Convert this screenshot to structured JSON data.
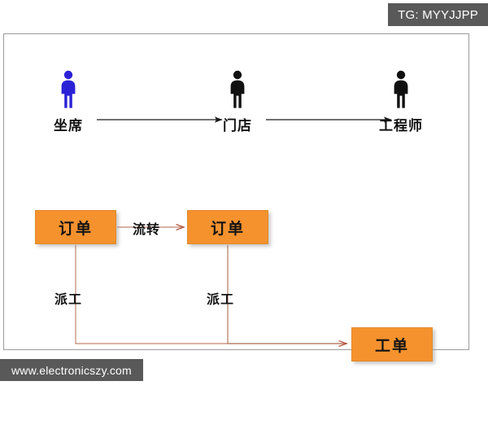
{
  "watermarks": {
    "tg_badge": "TG: MYYJJPP",
    "site": "www.electronicszy.com"
  },
  "colors": {
    "node_fill": "#F5922E",
    "node_border": "#E08A2B",
    "actor_primary": "#2B22D6",
    "actor_default": "#111111",
    "connector": "#C08470",
    "frame_border": "#9B9B9B",
    "badge_bg": "#595959"
  },
  "diagram": {
    "actors": [
      {
        "id": "zuoxi",
        "label": "坐席",
        "icon": "person-icon",
        "color": "#2B22D6"
      },
      {
        "id": "mendian",
        "label": "门店",
        "icon": "person-icon",
        "color": "#111111"
      },
      {
        "id": "gcs",
        "label": "工程师",
        "icon": "person-icon",
        "color": "#111111"
      }
    ],
    "nodes": [
      {
        "id": "order-1",
        "label": "订单"
      },
      {
        "id": "order-2",
        "label": "订单"
      },
      {
        "id": "workorder",
        "label": "工单"
      }
    ],
    "edge_labels": {
      "liuzhuan": "流转",
      "paigong_1": "派工",
      "paigong_2": "派工"
    }
  }
}
